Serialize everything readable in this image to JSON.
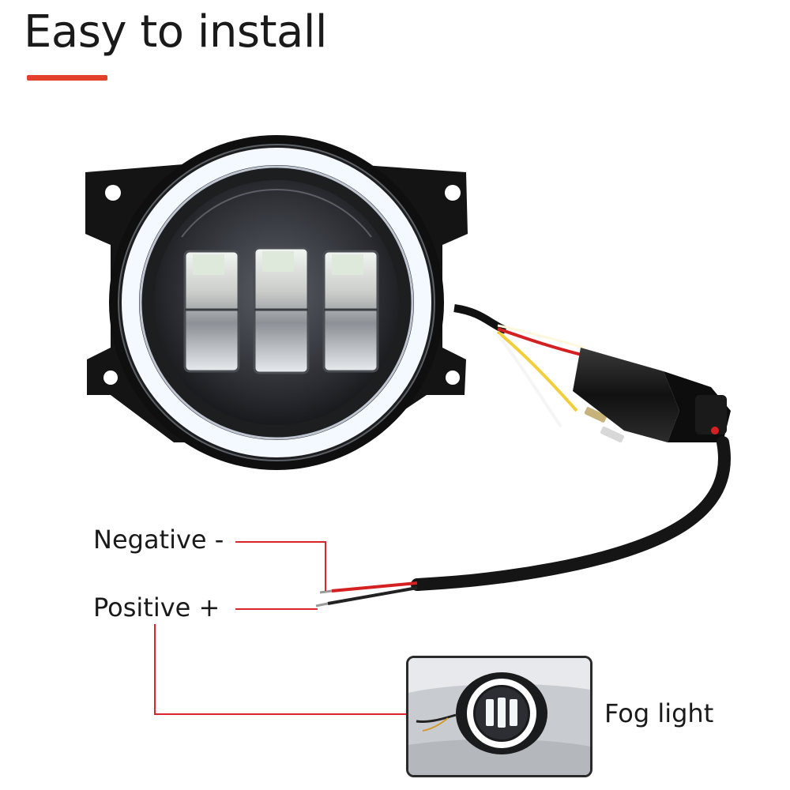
{
  "heading": {
    "title": "Easy to install"
  },
  "callouts": {
    "negative": "Negative -",
    "positive": "Positive +",
    "fog": "Fog light"
  },
  "colors": {
    "accent": "#e3412c",
    "leader": "#d9262b",
    "wire_red": "#d42020",
    "wire_yellow": "#f2cf3a",
    "halo": "#f4f8ff"
  },
  "illustration": {
    "main_icon": "round-led-fog-light-icon",
    "inset_icon": "fog-light-installed-icon"
  }
}
